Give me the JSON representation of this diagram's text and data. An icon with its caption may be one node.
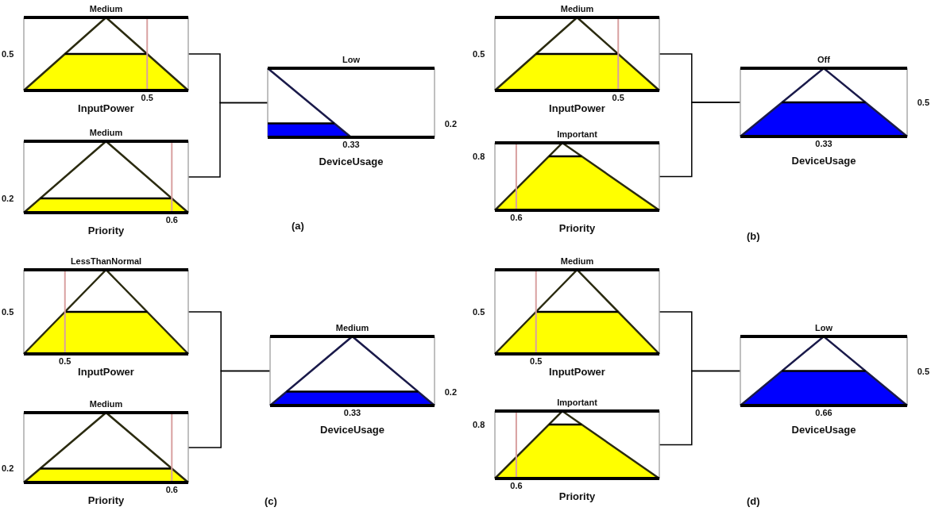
{
  "diagram": {
    "nodes": [
      {
        "text": [
          "Medium",
          "0.5",
          "0.5",
          "InputPower"
        ]
      },
      {
        "text": [
          "Medium",
          "0.2",
          "0.6",
          "Priority"
        ]
      },
      {
        "text": [
          "Low",
          "0.2",
          "0.33",
          "DeviceUsage"
        ]
      },
      {
        "text": [
          "Medium",
          "0.5",
          "0.5",
          "InputPower"
        ]
      },
      {
        "text": [
          "Important",
          "0.8",
          "0.6",
          "Priority"
        ]
      },
      {
        "text": [
          "Off",
          "0.5",
          "0.33",
          "DeviceUsage"
        ]
      },
      {
        "text": [
          "LessThanNormal",
          "0.5",
          "0.5",
          "InputPower"
        ]
      },
      {
        "text": [
          "Medium",
          "0.2",
          "0.6",
          "Priority"
        ]
      },
      {
        "text": [
          "Medium",
          "0.2",
          "0.33",
          "DeviceUsage"
        ]
      },
      {
        "text": [
          "Medium",
          "0.5",
          "0.5",
          "InputPower"
        ]
      },
      {
        "text": [
          "Important",
          "0.8",
          "0.6",
          "Priority"
        ]
      },
      {
        "text": [
          "Low",
          "0.5",
          "0.66",
          "DeviceUsage"
        ]
      }
    ],
    "edges": [
      {
        "from": 0,
        "to": 2,
        "arrow": "none"
      },
      {
        "from": 1,
        "to": 2,
        "arrow": "none"
      },
      {
        "from": 3,
        "to": 5,
        "arrow": "none"
      },
      {
        "from": 4,
        "to": 5,
        "arrow": "none"
      },
      {
        "from": 6,
        "to": 8,
        "arrow": "none"
      },
      {
        "from": 7,
        "to": 8,
        "arrow": "none"
      },
      {
        "from": 9,
        "to": 11,
        "arrow": "none"
      },
      {
        "from": 10,
        "to": 11,
        "arrow": "none"
      }
    ],
    "labels": [
      "(a)",
      "(b)",
      "(c)",
      "(d)"
    ]
  }
}
